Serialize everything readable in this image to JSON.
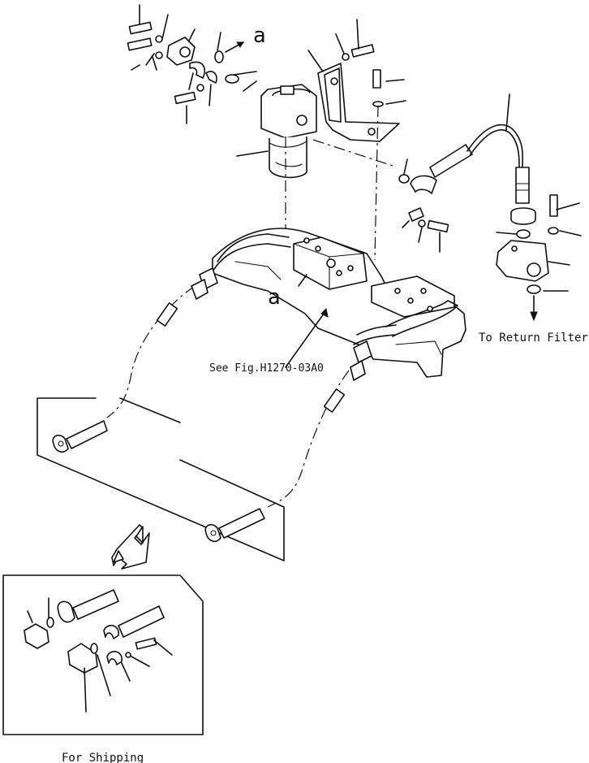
{
  "labels": {
    "ref_a_top": "a",
    "ref_a_mid": "a",
    "see_fig": "See Fig.H1270-03A0",
    "return_filter": "To Return Filter",
    "for_shipping": "For Shipping"
  },
  "colors": {
    "ink": "#111111",
    "paper": "#ffffff"
  }
}
